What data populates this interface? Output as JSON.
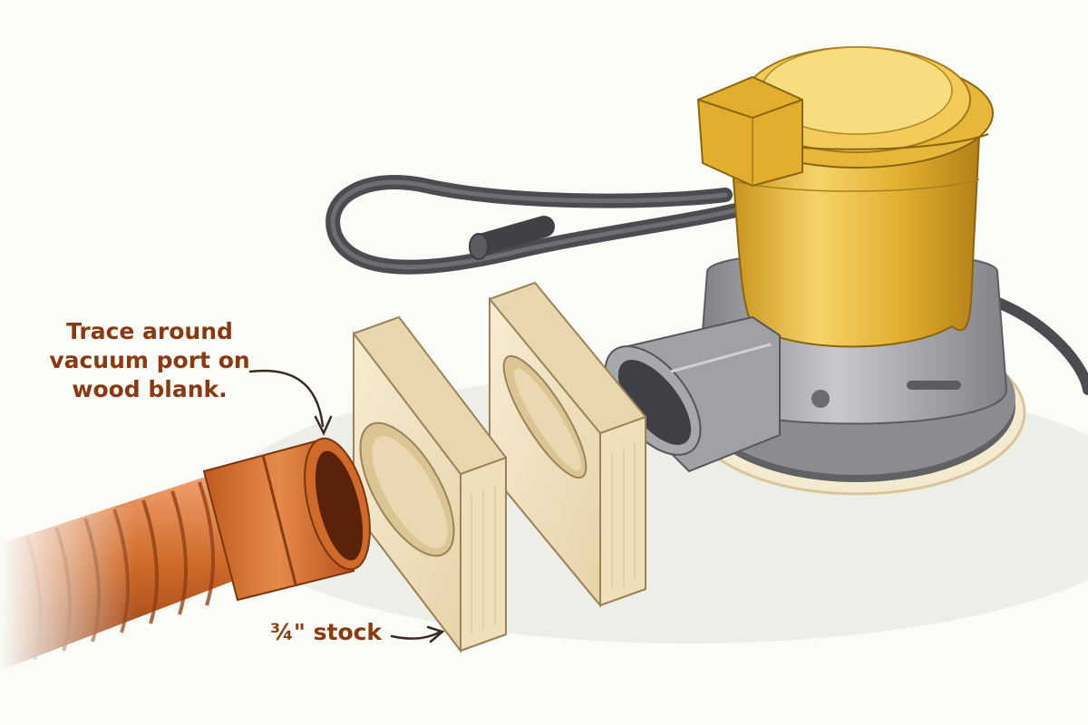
{
  "illustration": {
    "callouts": {
      "trace_line1": "Trace around",
      "trace_line2": "vacuum port on",
      "trace_line3": "wood blank.",
      "stock": "¾\" stock"
    },
    "colors": {
      "background": "#fbfbf8",
      "label_text": "#8a3a12",
      "hose": "#c9611f",
      "sander_body": "#e2b52f",
      "sander_base": "#9d9fa2",
      "cord": "#5b5d60",
      "wood": "#f1e3c4"
    },
    "parts": [
      "dust-hose",
      "wood-blank-round",
      "wood-blank-oval",
      "random-orbit-sander",
      "power-cord"
    ]
  }
}
